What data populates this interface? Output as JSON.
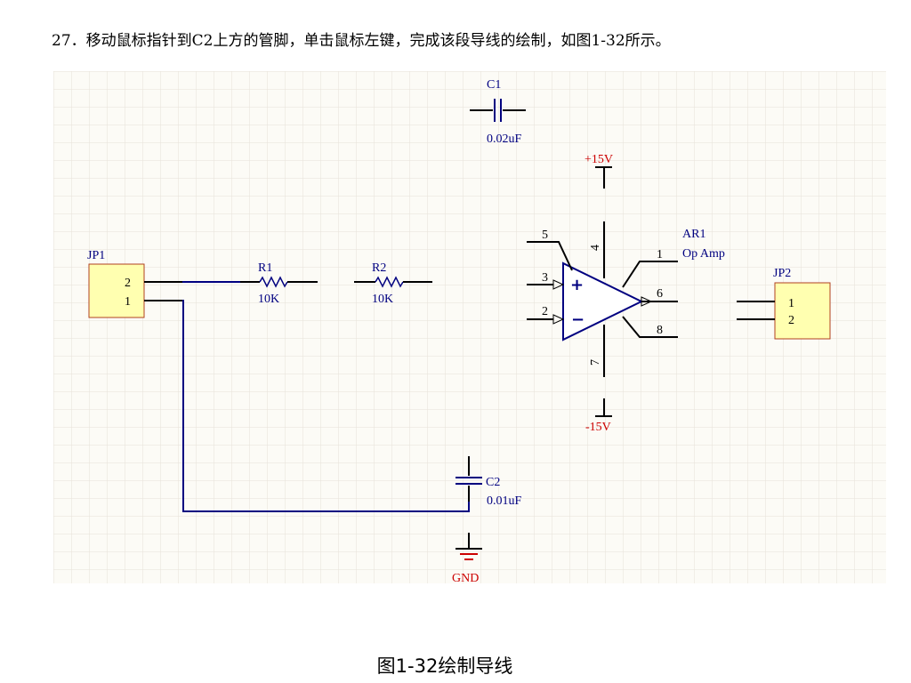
{
  "instruction": "27．移动鼠标指针到C2上方的管脚，单击鼠标左键，完成该段导线的绘制，如图1-32所示。",
  "caption": "图1-32绘制导线",
  "schematic": {
    "jp1": {
      "designator": "JP1",
      "pins": [
        "2",
        "1"
      ]
    },
    "jp2": {
      "designator": "JP2",
      "pins": [
        "1",
        "2"
      ]
    },
    "r1": {
      "designator": "R1",
      "value": "10K"
    },
    "r2": {
      "designator": "R2",
      "value": "10K"
    },
    "c1": {
      "designator": "C1",
      "value": "0.02uF"
    },
    "c2": {
      "designator": "C2",
      "value": "0.01uF"
    },
    "ar1": {
      "designator": "AR1",
      "comment": "Op Amp",
      "pins": {
        "p5": "5",
        "p4": "4",
        "p3": "3",
        "p2": "2",
        "p1": "1",
        "p6": "6",
        "p8": "8",
        "p7": "7"
      },
      "plus": "+",
      "minus": "−"
    },
    "pos_supply": "+15V",
    "neg_supply": "-15V",
    "ground": "GND"
  },
  "colors": {
    "wire": "#000080",
    "component_fill": "#ffffb0",
    "component_border": "#b04020",
    "power_label": "#cc0000",
    "grid": "#e6e2d8",
    "sheet": "#fcfbf6"
  }
}
